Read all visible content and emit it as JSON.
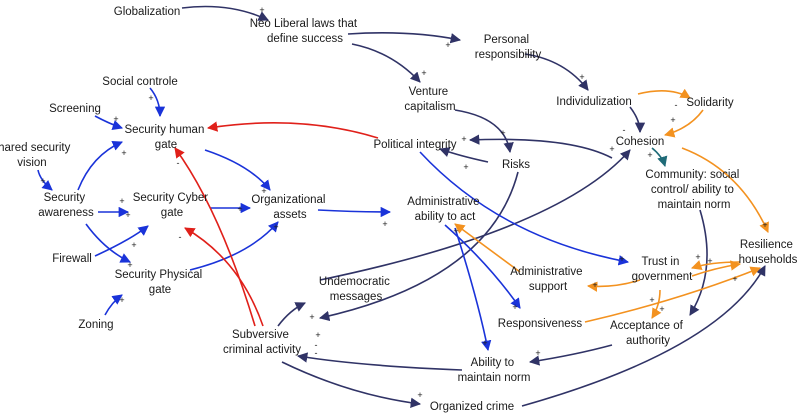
{
  "colors": {
    "blue": "#1a33d9",
    "navy": "#303366",
    "red": "#e0201a",
    "orange": "#f39220",
    "teal": "#1f6b78",
    "text": "#1a1a1a"
  },
  "nodes": {
    "globalization": [
      "Globalization"
    ],
    "neoliberal": [
      "Neo Liberal laws that",
      "define success"
    ],
    "personal_resp": [
      "Personal",
      "responsibility"
    ],
    "social_controle": [
      "Social controle"
    ],
    "venture": [
      "Venture",
      "capitalism"
    ],
    "individualization": [
      "Individulization"
    ],
    "solidarity": [
      "Solidarity"
    ],
    "screening": [
      "Screening"
    ],
    "sec_human": [
      "Security human",
      "gate"
    ],
    "political": [
      "Political integrity"
    ],
    "cohesion": [
      "Cohesion"
    ],
    "shared_vision": [
      "Shared security",
      "vision"
    ],
    "risks": [
      "Risks"
    ],
    "community": [
      "Community: social",
      "control/ ability to",
      "maintain norm"
    ],
    "sec_awareness": [
      "Security",
      "awareness"
    ],
    "sec_cyber": [
      "Security Cyber",
      "gate"
    ],
    "org_assets": [
      "Organizational",
      "assets"
    ],
    "admin_ability": [
      "Administrative",
      "ability to act"
    ],
    "resilience": [
      "Resilience",
      "households"
    ],
    "firewall": [
      "Firewall"
    ],
    "sec_physical": [
      "Security Physical",
      "gate"
    ],
    "trust_gov": [
      "Trust in",
      "government"
    ],
    "admin_support": [
      "Administrative",
      "support"
    ],
    "undemocratic": [
      "Undemocratic",
      "messages"
    ],
    "zoning": [
      "Zoning"
    ],
    "responsiveness": [
      "Responsiveness"
    ],
    "acceptance": [
      "Acceptance of",
      "authority"
    ],
    "subversive": [
      "Subversive",
      "criminal activity"
    ],
    "ability_norm": [
      "Ability to",
      "maintain norm"
    ],
    "organized_crime": [
      "Organized crime"
    ]
  },
  "signs": {
    "plus": "+",
    "minus": "-"
  }
}
